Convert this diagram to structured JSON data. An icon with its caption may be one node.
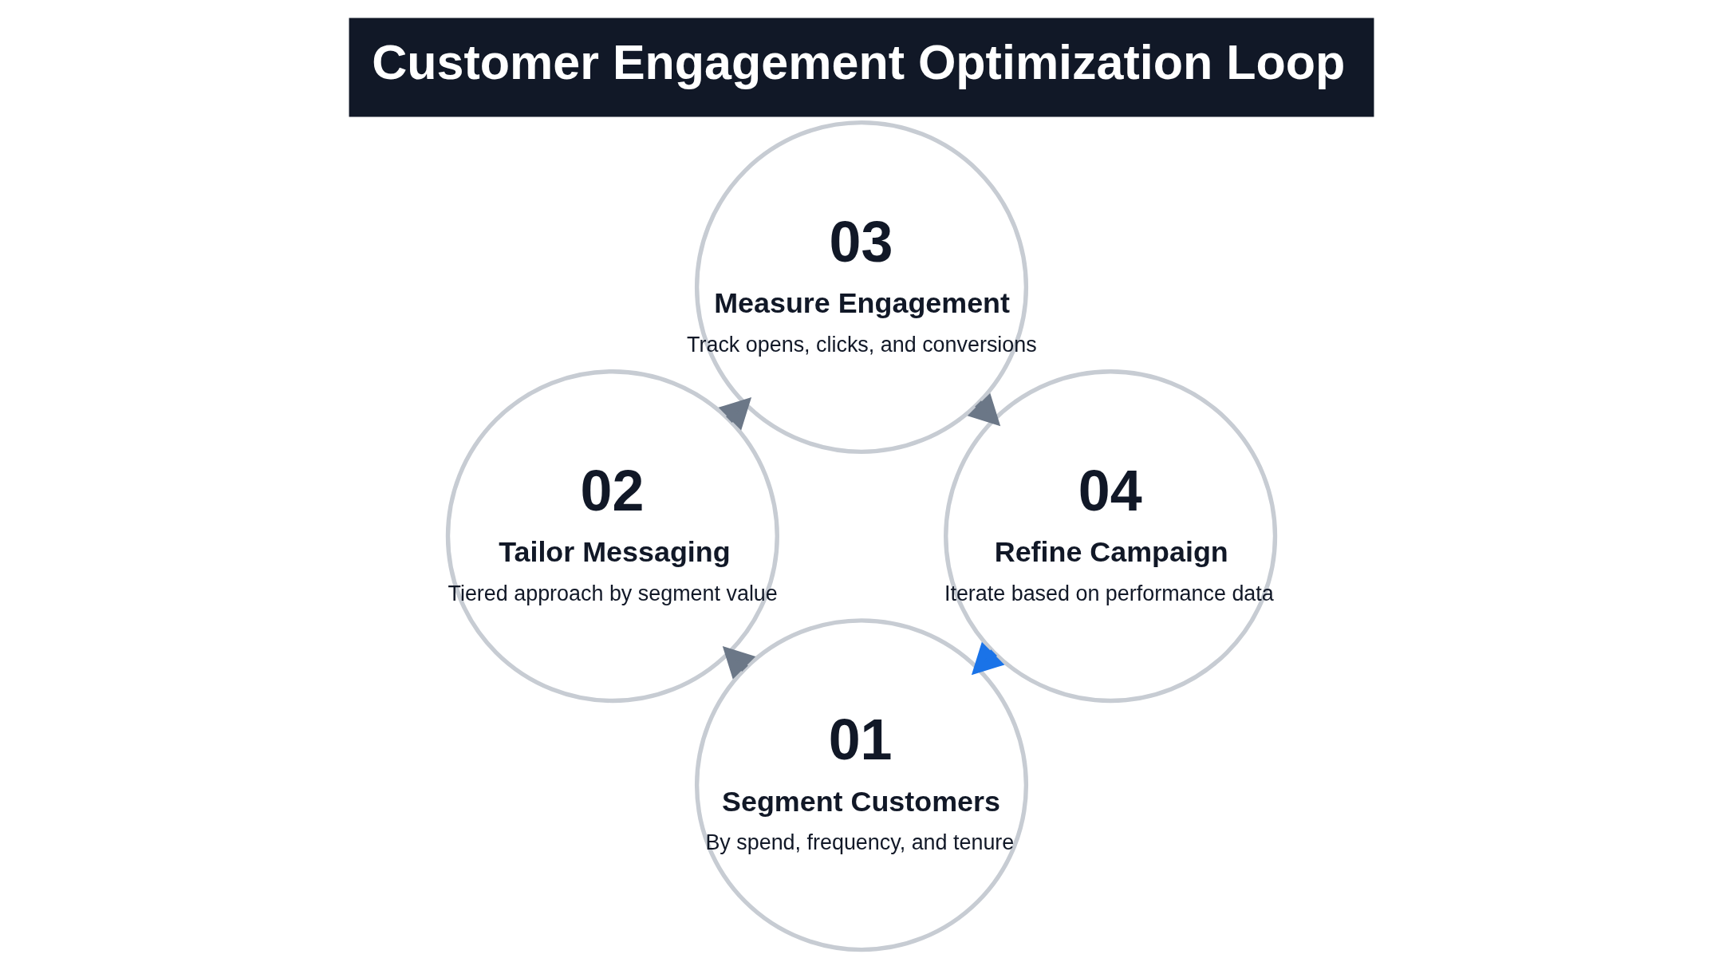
{
  "diagram": {
    "title": "Customer Engagement Optimization Loop",
    "nodes": [
      {
        "text": [
          "01",
          "Segment Customers",
          "By spend, frequency, and tenure"
        ]
      },
      {
        "text": [
          "02",
          "Tailor Messaging",
          "Tiered approach by segment value"
        ]
      },
      {
        "text": [
          "03",
          "Measure Engagement",
          "Track opens, clicks, and conversions"
        ]
      },
      {
        "text": [
          "04",
          "Refine Campaign",
          "Iterate based on performance data"
        ]
      }
    ],
    "edges": [
      {
        "from": 0,
        "to": 1,
        "arrow": "to"
      },
      {
        "from": 1,
        "to": 2,
        "arrow": "to"
      },
      {
        "from": 2,
        "to": 3,
        "arrow": "to"
      },
      {
        "from": 3,
        "to": 0,
        "arrow": "to",
        "color": "#1a73e8"
      }
    ]
  }
}
